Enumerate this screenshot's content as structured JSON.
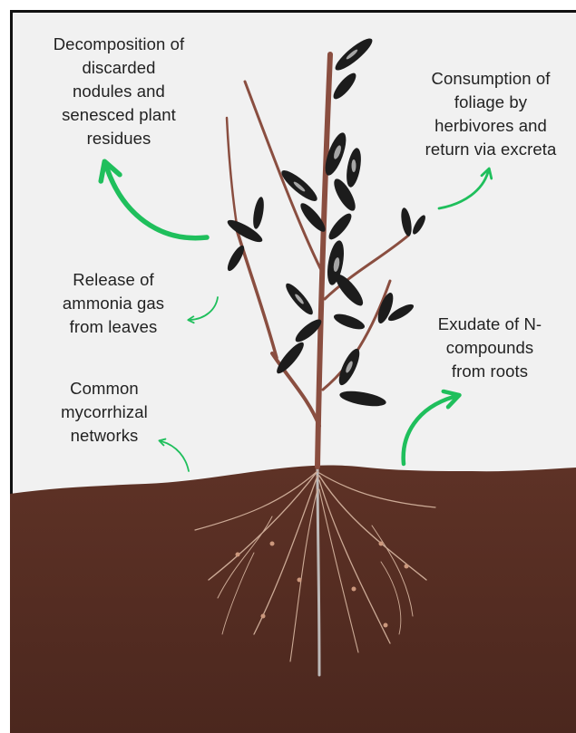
{
  "colors": {
    "background": "#f1f1f1",
    "soil": "#5a2f24",
    "stem": "#8a4e40",
    "leaf": "#1c1c1c",
    "leaf_highlight": "#c9c9c9",
    "root": "#d9b8a3",
    "arrow": "#1fbf5c",
    "text": "#222222"
  },
  "labels": {
    "decomposition": "Decomposition of\ndiscarded\nnodules and\nsenesced plant\nresidues",
    "consumption": "Consumption of\nfoliage by\nherbivores and\nreturn via excreta",
    "ammonia": "Release of\nammonia gas\nfrom leaves",
    "exudate": "Exudate of N-\ncompounds\nfrom roots",
    "mycorrhizal": "Common\nmycorrhizal\nnetworks"
  },
  "icons": {
    "arrows": [
      "arrow-decomposition-icon",
      "arrow-consumption-icon",
      "arrow-ammonia-icon",
      "arrow-exudate-icon",
      "arrow-mycorrhizal-icon"
    ],
    "plant": "plant-illustration",
    "soil": "soil-layer"
  }
}
